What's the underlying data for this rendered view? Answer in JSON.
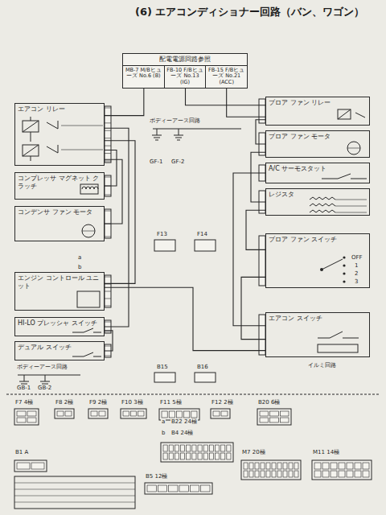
{
  "diagram": {
    "title": "(6) エアコンディショナー回路（バン、ワゴン）",
    "nodes": [
      {
        "text": [
          "配電電源回路参照"
        ]
      },
      {
        "text": [
          "MB-7 M/Bヒューズ No.6 (B)"
        ],
        "in": 0
      },
      {
        "text": [
          "FB-10 F/Bヒューズ No.13 (IG)"
        ],
        "in": 0
      },
      {
        "text": [
          "FB-15 F/Bヒューズ No.21 (ACC)"
        ],
        "in": 0
      },
      {
        "text": [
          "エアコン リレー"
        ]
      },
      {
        "text": [
          "ブロア ファン リレー"
        ]
      },
      {
        "text": [
          "コンプレッサ マグネット クラッチ"
        ]
      },
      {
        "text": [
          "ブロア ファン モータ"
        ]
      },
      {
        "text": [
          "A/C サーモスタット"
        ]
      },
      {
        "text": [
          "コンデンサ ファン モータ"
        ]
      },
      {
        "text": [
          "レジスタ"
        ]
      },
      {
        "text": [
          "エンジン コントロール ユニット"
        ]
      },
      {
        "text": [
          "ブロア ファン スイッチ"
        ]
      },
      {
        "text": [
          "HI-LO プレッシャ スイッチ"
        ]
      },
      {
        "text": [
          "エアコン スイッチ"
        ]
      },
      {
        "text": [
          "デュアル スイッチ"
        ]
      }
    ],
    "edges": [
      {
        "from": 1,
        "to": 4,
        "arrow": "none"
      },
      {
        "from": 2,
        "to": 5,
        "arrow": "none"
      },
      {
        "from": 3,
        "to": 5,
        "arrow": "none"
      },
      {
        "from": 4,
        "to": 6,
        "arrow": "none"
      },
      {
        "from": 4,
        "to": 9,
        "arrow": "none"
      },
      {
        "from": 5,
        "to": 7,
        "arrow": "none"
      },
      {
        "from": 7,
        "to": 10,
        "arrow": "none"
      },
      {
        "from": 10,
        "to": 12,
        "arrow": "none"
      },
      {
        "from": 8,
        "to": 14,
        "arrow": "none"
      },
      {
        "from": 12,
        "to": 14,
        "arrow": "none"
      },
      {
        "from": 14,
        "to": 11,
        "arrow": "none"
      },
      {
        "from": 13,
        "to": 4,
        "arrow": "none"
      },
      {
        "from": 15,
        "to": 13,
        "arrow": "none"
      },
      {
        "from": 11,
        "to": 4,
        "arrow": "none"
      }
    ],
    "labels": [
      "ボディーアース回路",
      "GF-1",
      "GF-2",
      "a",
      "b",
      "OFF",
      "1",
      "2",
      "3",
      "F13",
      "F14",
      "B15",
      "B16",
      "ボディーアース回路",
      "GB-1",
      "GB-2",
      "イルミ回路",
      "F7 4極",
      "F8 2極",
      "F9 2極",
      "F10 3極",
      "F11 5極",
      "F12 2極",
      "B20 6極",
      "a",
      "B22 24極",
      "b",
      "B4 24極",
      "M7 20極",
      "M11 14極",
      "B5 12極",
      "B1 A"
    ]
  }
}
